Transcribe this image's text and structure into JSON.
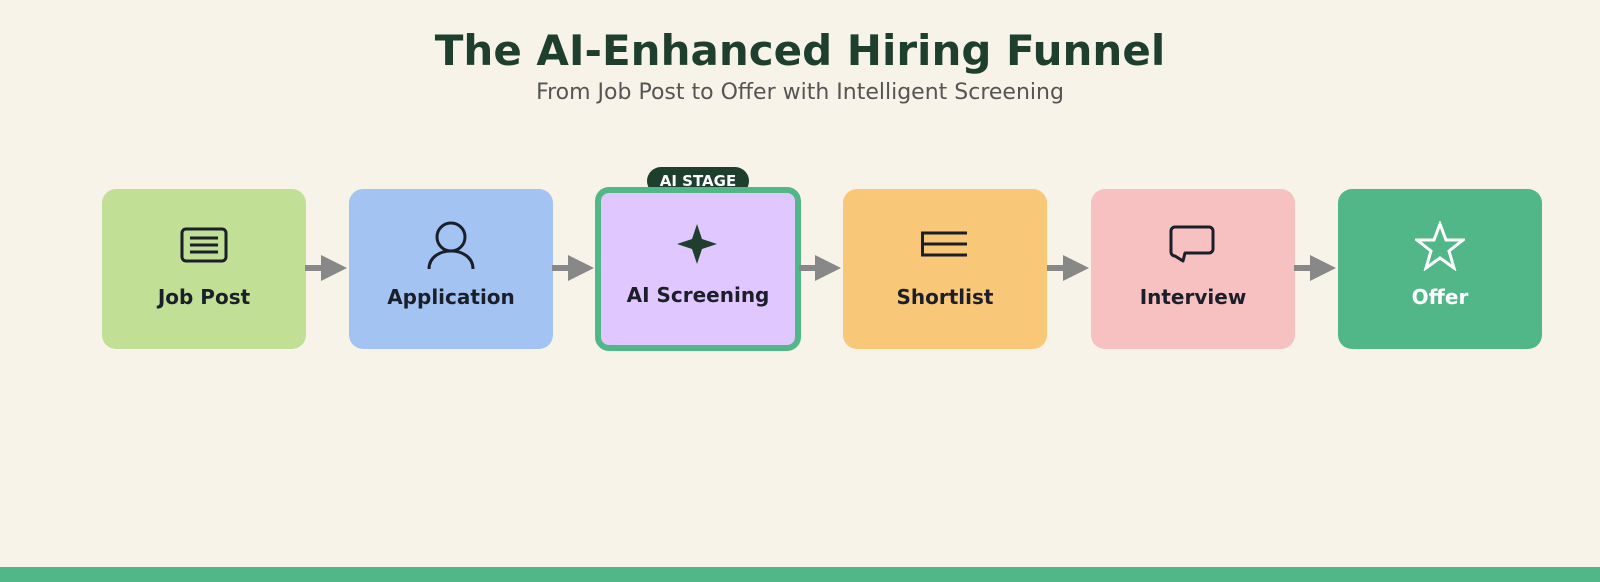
{
  "header": {
    "title": "The AI-Enhanced Hiring Funnel",
    "subtitle": "From Job Post to Offer with Intelligent Screening"
  },
  "badge": {
    "label": "AI STAGE"
  },
  "stages": [
    {
      "label": "Job Post",
      "icon": "document-icon",
      "color": "#c2df96"
    },
    {
      "label": "Application",
      "icon": "person-icon",
      "color": "#a3c4f3"
    },
    {
      "label": "AI Screening",
      "icon": "sparkle-icon",
      "color": "#e0c7ff",
      "highlight_border": "#52b788"
    },
    {
      "label": "Shortlist",
      "icon": "list-icon",
      "color": "#f9c778"
    },
    {
      "label": "Interview",
      "icon": "chat-bubble-icon",
      "color": "#f7c1c1"
    },
    {
      "label": "Offer",
      "icon": "star-icon",
      "color": "#52b788"
    }
  ],
  "colors": {
    "background": "#f7f3e8",
    "title": "#1f3f2e",
    "arrow": "#888888",
    "accent": "#52b788"
  }
}
